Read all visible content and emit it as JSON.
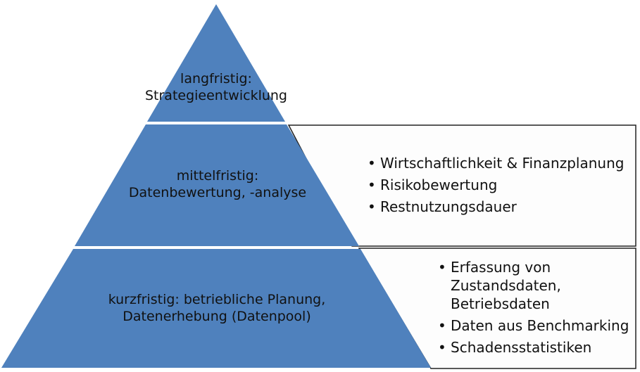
{
  "colors": {
    "pyramid_fill": "#4f81bd",
    "box_fill": "#fdfdfd",
    "box_border": "#222222"
  },
  "pyramid": {
    "levels": [
      {
        "id": "top",
        "label": "langfristig:\nStrategieentwicklung"
      },
      {
        "id": "middle",
        "label": "mittelfristig:\nDatenbewertung, -analyse"
      },
      {
        "id": "bottom",
        "label": "kurzfristig: betriebliche Planung,\nDatenerhebung (Datenpool)"
      }
    ]
  },
  "middle_box": {
    "items": [
      "Wirtschaftlichkeit & Finanzplanung",
      "Risikobewertung",
      "Restnutzungsdauer"
    ]
  },
  "bottom_box": {
    "items": [
      "Erfassung von\nZustandsdaten,\nBetriebsdaten",
      "Daten aus Benchmarking",
      "Schadensstatistiken"
    ]
  }
}
